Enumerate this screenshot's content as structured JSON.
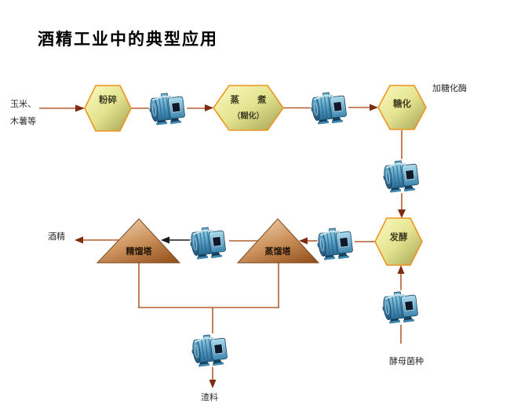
{
  "title": "酒精工业中的典型应用",
  "annotations": {
    "feed_line1": "玉米、",
    "feed_line2": "木薯等",
    "enzyme": "加糖化酶",
    "yeast": "酵母菌种",
    "alcohol": "酒精",
    "residue": "渣料"
  },
  "nodes": {
    "crush": {
      "label": "粉碎",
      "shape": "hexagon"
    },
    "cook": {
      "label_line1": "蒸　　煮",
      "label_line2": "（糊化）",
      "shape": "hexagon"
    },
    "saccharify": {
      "label": "糖化",
      "shape": "hexagon"
    },
    "ferment": {
      "label": "发酵",
      "shape": "hexagon"
    },
    "distill_tower": {
      "label": "蒸馏塔",
      "shape": "triangle"
    },
    "rectify_tower": {
      "label": "精馏塔",
      "shape": "triangle"
    }
  },
  "icons": {
    "motor": "motor-pump-icon",
    "motor_count": 7
  },
  "colors": {
    "background": "#FFFFFF",
    "hex_border": "#EE9420",
    "hex_fill_light": "#FBFBC2",
    "hex_fill_dark": "#A2A254",
    "tri_border": "#7C4A1C",
    "tri_fill_light": "#EFD5B2",
    "tri_fill_dark": "#96551F",
    "line_brown": "#B05E30",
    "arrowhead_dark_red": "#7E2B12",
    "arrow_black": "#1A1A1A",
    "motor_blue": "#4E94BC"
  }
}
